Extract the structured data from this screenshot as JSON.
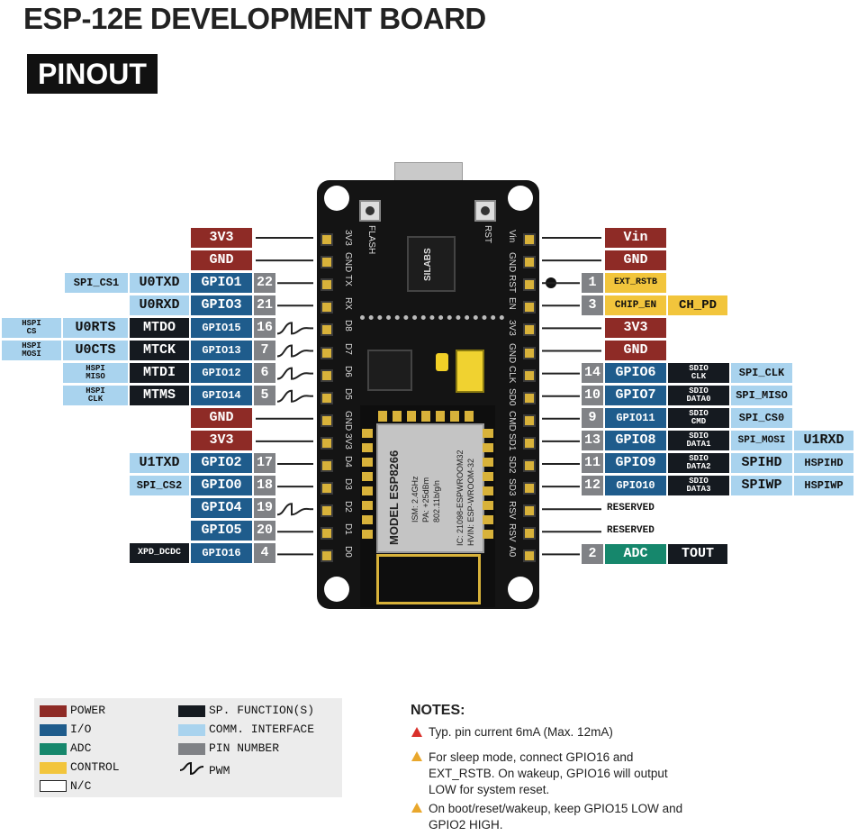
{
  "title": "ESP-12E DEVELOPMENT BOARD",
  "subtitle": "PINOUT",
  "board": {
    "flash_label": "FLASH",
    "rst_label": "RST",
    "module_text": [
      "MODEL ESP8266",
      "ISM: 2.4GHz",
      "PA: +25dBm",
      "802.11b/g/n",
      "IC: 21098-ESPWROOM32",
      "HVIN: ESP-WROOM-32"
    ],
    "usb_chip_text": "SILABS",
    "left_pin_names": [
      "3V3",
      "GND",
      "TX",
      "RX",
      "D8",
      "D7",
      "D6",
      "D5",
      "GND",
      "3V3",
      "D4",
      "D3",
      "D2",
      "D1",
      "D0"
    ],
    "right_pin_names": [
      "Vin",
      "GND",
      "RST",
      "EN",
      "3V3",
      "GND",
      "CLK",
      "SD0",
      "CMD",
      "SD1",
      "SD2",
      "SD3",
      "RSV",
      "RSV",
      "A0"
    ]
  },
  "left": {
    "power_3v3_a": "3V3",
    "gnd_a": "GND",
    "r1": {
      "comm": "SPI_CS1",
      "sp": "U0TXD",
      "io": "GPIO1",
      "num": "22"
    },
    "r2": {
      "sp": "U0RXD",
      "io": "GPIO3",
      "num": "21"
    },
    "r3": {
      "comm_top": "HSPI",
      "comm_bot": "CS",
      "comm2": "U0RTS",
      "sp": "MTDO",
      "io": "GPIO15",
      "num": "16"
    },
    "r4": {
      "comm_top": "HSPI",
      "comm_bot": "MOSI",
      "comm2": "U0CTS",
      "sp": "MTCK",
      "io": "GPIO13",
      "num": "7"
    },
    "r5": {
      "comm_top": "HSPI",
      "comm_bot": "MISO",
      "sp": "MTDI",
      "io": "GPIO12",
      "num": "6"
    },
    "r6": {
      "comm_top": "HSPI",
      "comm_bot": "CLK",
      "sp": "MTMS",
      "io": "GPIO14",
      "num": "5"
    },
    "gnd_b": "GND",
    "power_3v3_b": "3V3",
    "r7": {
      "sp": "U1TXD",
      "io": "GPIO2",
      "num": "17"
    },
    "r8": {
      "comm": "SPI_CS2",
      "io": "GPIO0",
      "num": "18"
    },
    "r9": {
      "io": "GPIO4",
      "num": "19"
    },
    "r10": {
      "io": "GPIO5",
      "num": "20"
    },
    "r11": {
      "sp": "XPD_DCDC",
      "io": "GPIO16",
      "num": "4"
    }
  },
  "right": {
    "vin": "Vin",
    "gnd_a": "GND",
    "ext_rstb": {
      "num": "1",
      "ctrl": "EXT_RSTB"
    },
    "chip_en": {
      "num": "3",
      "ctrl": "CHIP_EN",
      "ctrl2": "CH_PD"
    },
    "power_3v3": "3V3",
    "gnd_b": "GND",
    "r1": {
      "num": "14",
      "io": "GPIO6",
      "sp_top": "SDIO",
      "sp_bot": "CLK",
      "comm": "SPI_CLK"
    },
    "r2": {
      "num": "10",
      "io": "GPIO7",
      "sp_top": "SDIO",
      "sp_bot": "DATA0",
      "comm": "SPI_MISO"
    },
    "r3": {
      "num": "9",
      "io": "GPIO11",
      "sp_top": "SDIO",
      "sp_bot": "CMD",
      "comm": "SPI_CS0"
    },
    "r4": {
      "num": "13",
      "io": "GPIO8",
      "sp_top": "SDIO",
      "sp_bot": "DATA1",
      "comm": "SPI_MOSI",
      "comm2": "U1RXD"
    },
    "r5": {
      "num": "11",
      "io": "GPIO9",
      "sp_top": "SDIO",
      "sp_bot": "DATA2",
      "comm": "SPIHD",
      "comm2": "HSPIHD"
    },
    "r6": {
      "num": "12",
      "io": "GPIO10",
      "sp_top": "SDIO",
      "sp_bot": "DATA3",
      "comm": "SPIWP",
      "comm2": "HSPIWP"
    },
    "reserved_a": "RESERVED",
    "reserved_b": "RESERVED",
    "adc": {
      "num": "2",
      "adc": "ADC",
      "sp": "TOUT"
    }
  },
  "legend": {
    "power": "POWER",
    "io": "I/O",
    "adc": "ADC",
    "control": "CONTROL",
    "nc": "N/C",
    "sp_function": "SP. FUNCTION(S)",
    "comm": "COMM. INTERFACE",
    "pin_number": "PIN NUMBER",
    "pwm": "PWM",
    "colors": {
      "power": "#8e2b26",
      "io": "#1f5c8c",
      "adc": "#16876c",
      "control": "#f2c53c",
      "sp": "#151a20",
      "comm": "#a9d3ee",
      "pin_number": "#808286"
    }
  },
  "notes": {
    "title": "NOTES:",
    "n1": "Typ. pin current 6mA (Max. 12mA)",
    "n2": "For sleep mode, connect GPIO16 and EXT_RSTB. On wakeup, GPIO16 will output LOW for system reset.",
    "n3": "On boot/reset/wakeup, keep GPIO15 LOW and GPIO2 HIGH."
  }
}
